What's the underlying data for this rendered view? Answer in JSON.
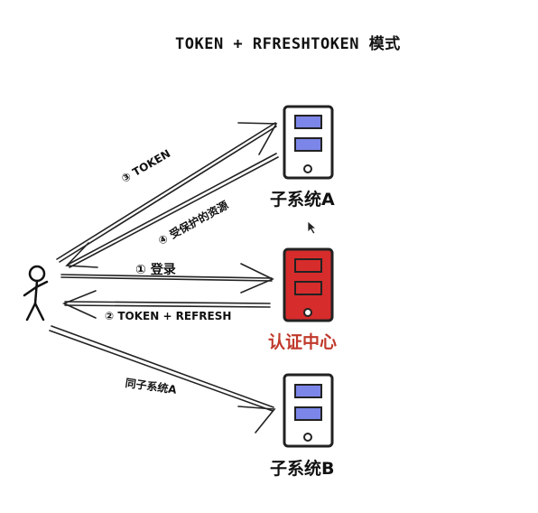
{
  "title": "TOKEN + RFRESHTOKEN 模式",
  "nodes": {
    "system_a": "子系统A",
    "auth_center": "认证中心",
    "system_b": "子系统B"
  },
  "edges": {
    "step3": "③ TOKEN",
    "step4": "④ 受保护的资源",
    "step1": "① 登录",
    "step2": "② TOKEN + REFRESH",
    "same_as_a": "同子系统A"
  },
  "colors": {
    "auth_device": "#d62c2c",
    "screen": "#7b86e8",
    "ink": "#222222"
  }
}
